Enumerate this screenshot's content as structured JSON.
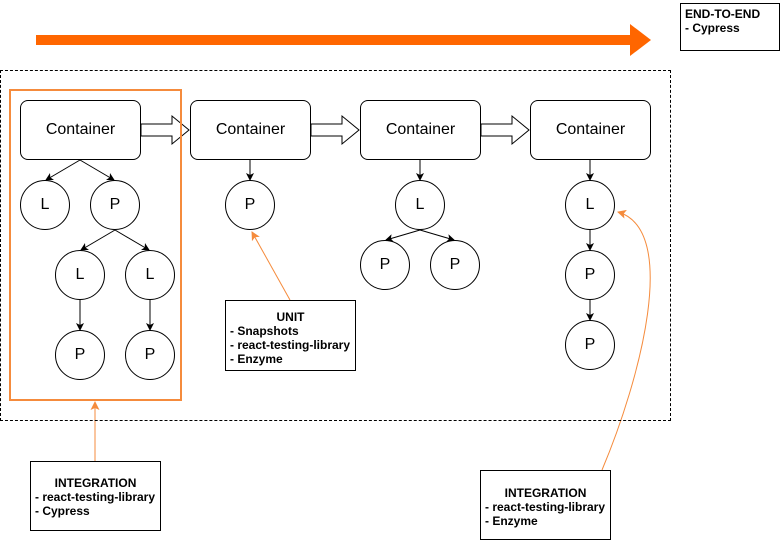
{
  "colors": {
    "accent": "#ff6600",
    "accent_light": "#f58b3c",
    "stroke": "#000000"
  },
  "e2e": {
    "title": "END-TO-END",
    "items": [
      "- Cypress"
    ]
  },
  "containers": [
    "Container",
    "Container",
    "Container",
    "Container"
  ],
  "nodes": {
    "c1_l": "L",
    "c1_p": "P",
    "c1_pl1": "L",
    "c1_pl2": "L",
    "c1_pp1": "P",
    "c1_pp2": "P",
    "c2_p": "P",
    "c3_l": "L",
    "c3_p1": "P",
    "c3_p2": "P",
    "c4_l": "L",
    "c4_p1": "P",
    "c4_p2": "P"
  },
  "unit": {
    "title": "UNIT",
    "items": [
      "- Snapshots",
      "- react-testing-library",
      "- Enzyme"
    ]
  },
  "integration_left": {
    "title": "INTEGRATION",
    "items": [
      "- react-testing-library",
      "- Cypress"
    ]
  },
  "integration_right": {
    "title": "INTEGRATION",
    "items": [
      "- react-testing-library",
      "- Enzyme"
    ]
  }
}
